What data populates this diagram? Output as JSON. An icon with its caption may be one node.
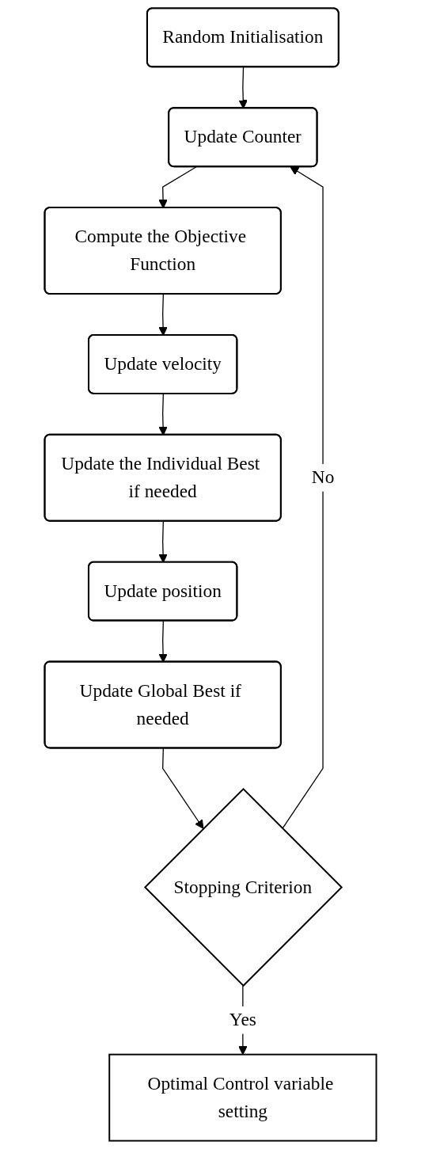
{
  "diagram": {
    "nodes": [
      {
        "text": [
          "Random Initialisation"
        ]
      },
      {
        "text": [
          "Update Counter"
        ]
      },
      {
        "text": [
          "Compute the Objective Function"
        ]
      },
      {
        "text": [
          "Update velocity"
        ]
      },
      {
        "text": [
          "Update the Individual Best if needed"
        ]
      },
      {
        "text": [
          "Update position"
        ]
      },
      {
        "text": [
          "Update Global Best if needed"
        ]
      },
      {
        "text": [
          "Stopping Criterion"
        ]
      },
      {
        "text": [
          "Optimal Control variable setting"
        ]
      }
    ],
    "edges": [
      {
        "from": 0,
        "to": 1,
        "arrow": "to"
      },
      {
        "from": 1,
        "to": 2,
        "arrow": "to"
      },
      {
        "from": 2,
        "to": 3,
        "arrow": "to"
      },
      {
        "from": 3,
        "to": 4,
        "arrow": "to"
      },
      {
        "from": 4,
        "to": 5,
        "arrow": "to"
      },
      {
        "from": 5,
        "to": 6,
        "arrow": "to"
      },
      {
        "from": 6,
        "to": 7,
        "arrow": "to"
      },
      {
        "from": 7,
        "to": 1,
        "label": "No",
        "arrow": "to"
      },
      {
        "from": 7,
        "to": 8,
        "label": "Yes",
        "arrow": "to"
      }
    ]
  }
}
